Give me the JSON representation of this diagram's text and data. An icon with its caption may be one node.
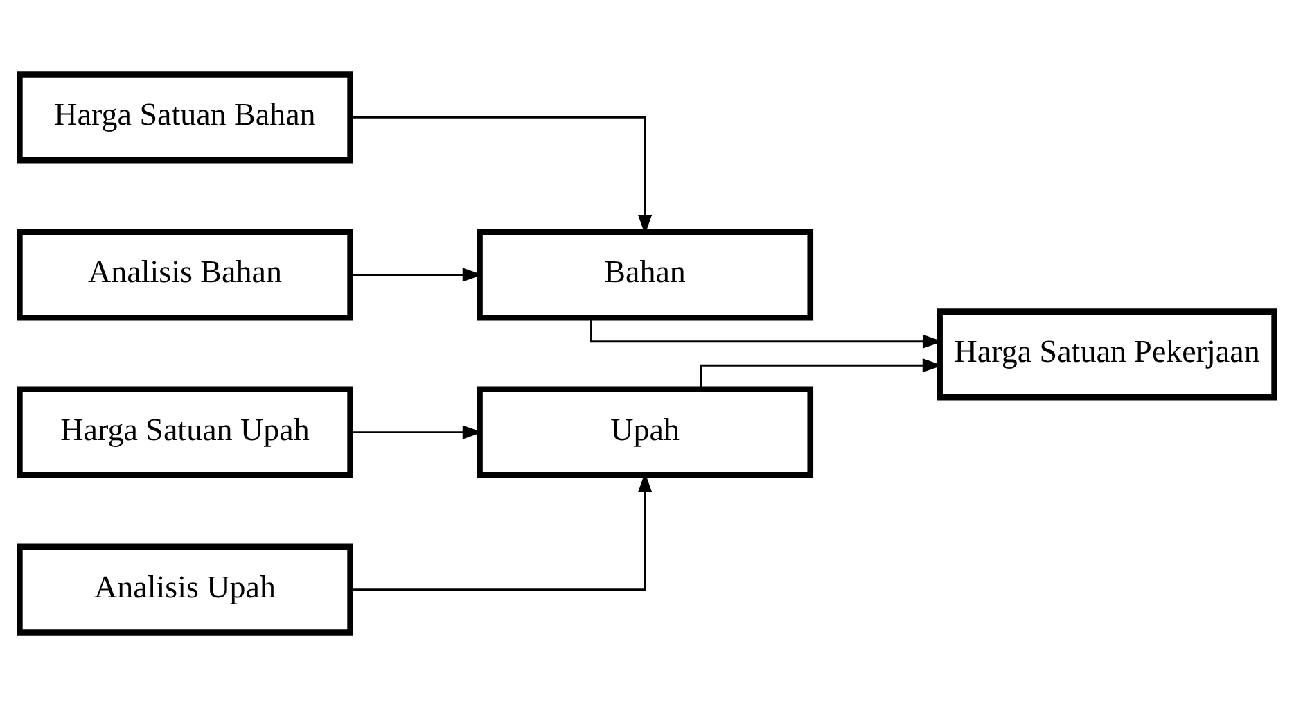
{
  "diagram": {
    "nodes": [
      {
        "text": [
          "Harga Satuan Bahan"
        ]
      },
      {
        "text": [
          "Analisis Bahan"
        ]
      },
      {
        "text": [
          "Bahan"
        ]
      },
      {
        "text": [
          "Harga Satuan Upah"
        ]
      },
      {
        "text": [
          "Analisis Upah"
        ]
      },
      {
        "text": [
          "Upah"
        ]
      },
      {
        "text": [
          "Harga Satuan Pekerjaan"
        ]
      }
    ],
    "edges": [
      {
        "from": 0,
        "to": 2,
        "arrow": "to"
      },
      {
        "from": 1,
        "to": 2,
        "arrow": "to"
      },
      {
        "from": 3,
        "to": 5,
        "arrow": "to"
      },
      {
        "from": 4,
        "to": 5,
        "arrow": "to"
      },
      {
        "from": 2,
        "to": 6,
        "arrow": "to"
      },
      {
        "from": 5,
        "to": 6,
        "arrow": "to"
      }
    ]
  }
}
